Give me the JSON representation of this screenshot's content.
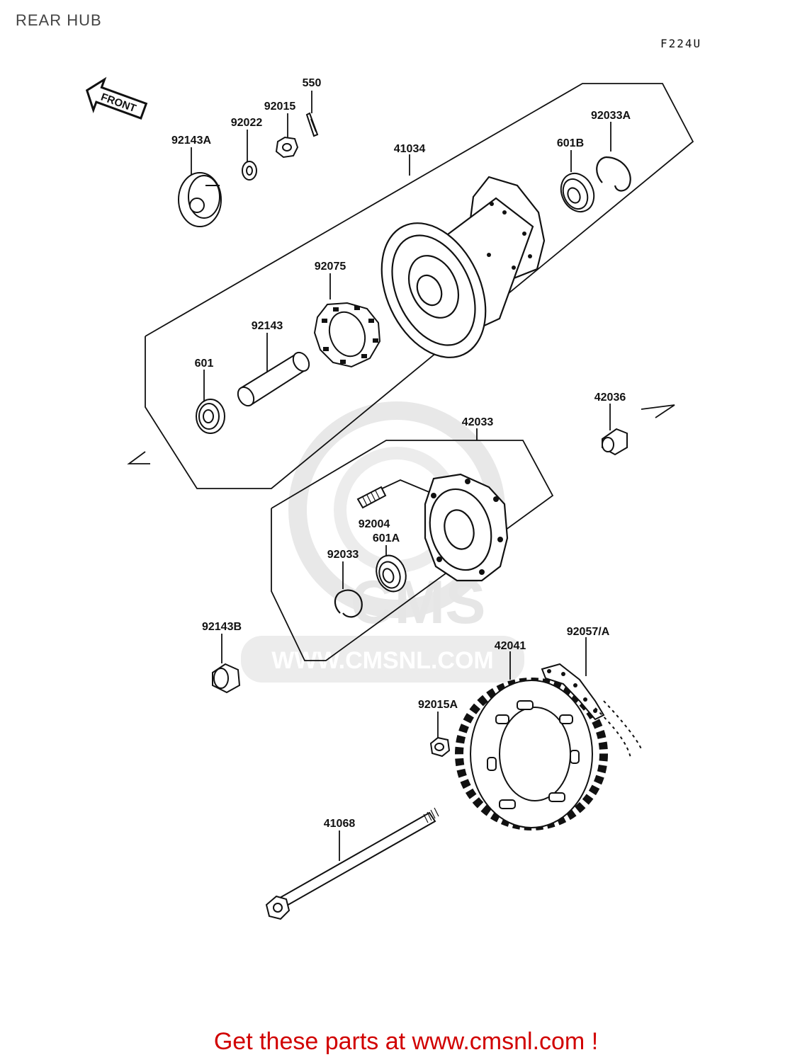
{
  "page": {
    "title": "REAR HUB",
    "code": "F224U"
  },
  "front_marker": "FRONT",
  "watermark": {
    "brand": "CMS",
    "url": "WWW.CMSNL.COM"
  },
  "part_labels": {
    "p550": "550",
    "p92015": "92015",
    "p92022": "92022",
    "p92143A": "92143A",
    "p41034": "41034",
    "p601B": "601B",
    "p92033A": "92033A",
    "p92075": "92075",
    "p92143": "92143",
    "p601": "601",
    "p42036": "42036",
    "p42033": "42033",
    "p92004": "92004",
    "p601A": "601A",
    "p92033": "92033",
    "p92143B": "92143B",
    "p42041": "42041",
    "p92057A": "92057/A",
    "p92015A": "92015A",
    "p41068": "41068"
  },
  "footer": {
    "cta": "Get these parts at www.cmsnl.com !"
  },
  "colors": {
    "cta": "#d10000",
    "line": "#111111",
    "watermark": "#e6e6e6"
  }
}
